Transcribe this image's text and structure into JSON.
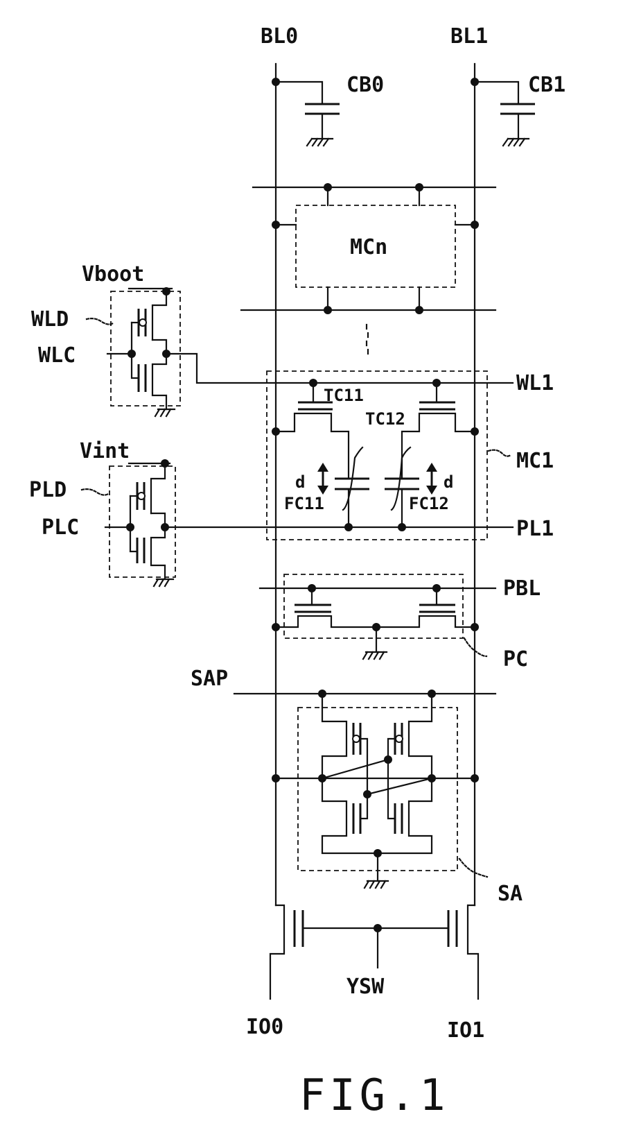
{
  "labels": {
    "bl0": "BL0",
    "bl1": "BL1",
    "cb0": "CB0",
    "cb1": "CB1",
    "mcn": "MCn",
    "vboot": "Vboot",
    "wld": "WLD",
    "wlc": "WLC",
    "wl1": "WL1",
    "tc11": "TC11",
    "tc12": "TC12",
    "mc1": "MC1",
    "d_left": "d",
    "d_right": "d",
    "fc11": "FC11",
    "fc12": "FC12",
    "vint": "Vint",
    "pld": "PLD",
    "plc": "PLC",
    "pl1": "PL1",
    "pbl": "PBL",
    "pc": "PC",
    "sap": "SAP",
    "sa": "SA",
    "ysw": "YSW",
    "io0": "IO0",
    "io1": "IO1"
  },
  "figure_caption": "FIG.1"
}
